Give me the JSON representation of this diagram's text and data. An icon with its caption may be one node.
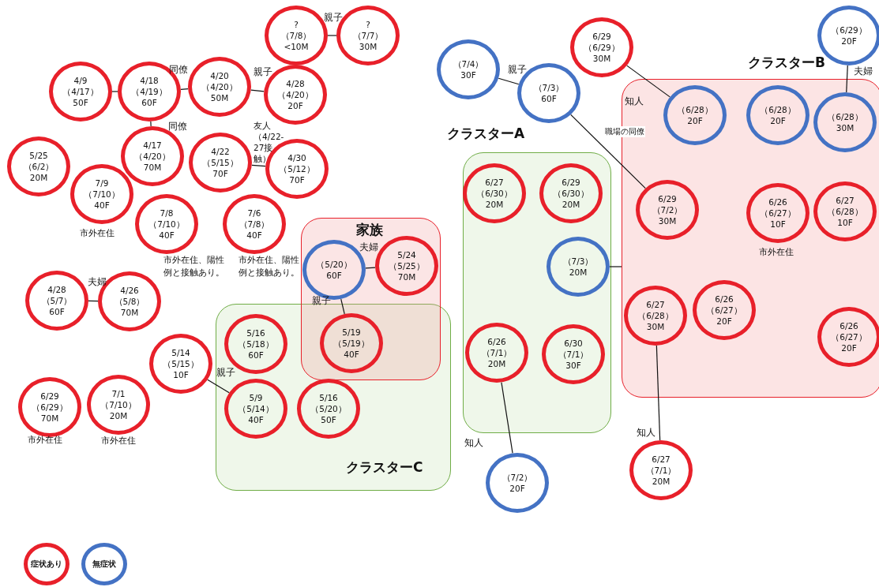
{
  "diagram": {
    "nodes": [
      {
        "text": [
          "? （7/8） <10M"
        ]
      },
      {
        "text": [
          "? （7/7） 30M"
        ]
      },
      {
        "text": [
          "（7/4） 30F"
        ]
      },
      {
        "text": [
          "6/29 （6/29） 30M"
        ]
      },
      {
        "text": [
          "（6/29） 20F"
        ]
      },
      {
        "text": [
          "クラスターB"
        ]
      },
      {
        "text": [
          "4/9 （4/17） 50F"
        ]
      },
      {
        "text": [
          "4/18 （4/19） 60F"
        ]
      },
      {
        "text": [
          "4/20 （4/20） 50M"
        ]
      },
      {
        "text": [
          "4/28 （4/20） 20F"
        ]
      },
      {
        "text": [
          "（7/3） 60F"
        ]
      },
      {
        "text": [
          "（6/28） 20F"
        ],
        "in": 5
      },
      {
        "text": [
          "（6/28） 20F"
        ],
        "in": 5
      },
      {
        "text": [
          "（6/28） 30M"
        ],
        "in": 5
      },
      {
        "text": [
          "クラスターA"
        ]
      },
      {
        "text": [
          "4/17 （4/20） 70M"
        ]
      },
      {
        "text": [
          "4/22 （5/15） 70F"
        ]
      },
      {
        "text": [
          "4/30 （5/12） 70F"
        ]
      },
      {
        "text": [
          "5/25 （6/2） 20M"
        ]
      },
      {
        "text": [
          "7/9 （7/10） 40F"
        ],
        "beside": [
          "市外在住"
        ]
      },
      {
        "text": [
          "6/27 （6/30） 20M"
        ],
        "in": 14
      },
      {
        "text": [
          "6/29 （6/30） 20M"
        ],
        "in": 14
      },
      {
        "text": [
          "6/29 （7/2） 30M"
        ],
        "in": 5
      },
      {
        "text": [
          "6/26 （6/27） 10F"
        ],
        "in": 5,
        "beside": [
          "市外在住"
        ]
      },
      {
        "text": [
          "6/27 （6/28） 10F"
        ],
        "in": 5
      },
      {
        "text": [
          "7/8 （7/10） 40F"
        ],
        "beside": [
          "市外在住、陽性例と接触あり。"
        ]
      },
      {
        "text": [
          "7/6 （7/8） 40F"
        ],
        "beside": [
          "市外在住、陽性例と接触あり。"
        ]
      },
      {
        "text": [
          "家族"
        ]
      },
      {
        "text": [
          "（5/20） 60F"
        ],
        "in": 27
      },
      {
        "text": [
          "5/24 （5/25） 70M"
        ],
        "in": 27
      },
      {
        "text": [
          "（7/3） 20M"
        ],
        "in": 14
      },
      {
        "text": [
          "クラスターC"
        ]
      },
      {
        "text": [
          "4/28 （5/7） 60F"
        ]
      },
      {
        "text": [
          "4/26 （5/8） 70M"
        ]
      },
      {
        "text": [
          "6/27 （6/28） 30M"
        ],
        "in": 5
      },
      {
        "text": [
          "6/26 （6/27） 20F"
        ],
        "in": 5
      },
      {
        "text": [
          "6/26 （6/27） 20F"
        ],
        "in": 5
      },
      {
        "text": [
          "5/16 （5/18） 60F"
        ],
        "in": 31
      },
      {
        "text": [
          "5/19 （5/19） 40F"
        ]
      },
      {
        "text": [
          "6/26 （7/1） 20M"
        ],
        "in": 14
      },
      {
        "text": [
          "6/30 （7/1） 30F"
        ],
        "in": 14
      },
      {
        "text": [
          "5/14 （5/15） 10F"
        ]
      },
      {
        "text": [
          "5/9 （5/14） 40F"
        ],
        "in": 31
      },
      {
        "text": [
          "5/16 （5/20） 50F"
        ],
        "in": 31
      },
      {
        "text": [
          "6/29 （6/29） 70M"
        ],
        "beside": [
          "市外在住"
        ]
      },
      {
        "text": [
          "7/1 （7/10） 20M"
        ],
        "beside": [
          "市外在住"
        ]
      },
      {
        "text": [
          "6/27 （7/1） 20M"
        ]
      },
      {
        "text": [
          "（7/2） 20F"
        ]
      }
    ],
    "edges": [
      {
        "from": 0,
        "to": 1,
        "arrow": "none",
        "label": "親子"
      },
      {
        "from": 2,
        "to": 10,
        "arrow": "none",
        "label": "親子"
      },
      {
        "from": 3,
        "to": 11,
        "arrow": "none",
        "label": "知人"
      },
      {
        "from": 10,
        "to": 22,
        "arrow": "none",
        "label": "職場の同僚"
      },
      {
        "from": 4,
        "to": 13,
        "arrow": "none",
        "label": "夫婦"
      },
      {
        "from": 6,
        "to": 7,
        "arrow": "none"
      },
      {
        "from": 7,
        "to": 8,
        "arrow": "none",
        "label": "同僚"
      },
      {
        "from": 8,
        "to": 9,
        "arrow": "none",
        "label": "親子"
      },
      {
        "from": 7,
        "to": 15,
        "arrow": "none",
        "label": "同僚"
      },
      {
        "from": 16,
        "to": 17,
        "arrow": "none",
        "label": "友人（4/22-27接触）"
      },
      {
        "from": 32,
        "to": 33,
        "arrow": "none",
        "label": "夫婦"
      },
      {
        "from": 28,
        "to": 29,
        "arrow": "none",
        "label": "夫婦"
      },
      {
        "from": 28,
        "to": 38,
        "arrow": "none",
        "label": "親子"
      },
      {
        "from": 41,
        "to": 42,
        "arrow": "none",
        "label": "親子"
      },
      {
        "from": 30,
        "to": 5,
        "arrow": "none"
      },
      {
        "from": 39,
        "to": 47,
        "arrow": "none",
        "label": "知人"
      },
      {
        "from": 34,
        "to": 46,
        "arrow": "none",
        "label": "知人"
      }
    ],
    "legend": [
      {
        "text": "症状あり",
        "color": "#e8202a"
      },
      {
        "text": "無症状",
        "color": "#4472c4"
      }
    ]
  }
}
